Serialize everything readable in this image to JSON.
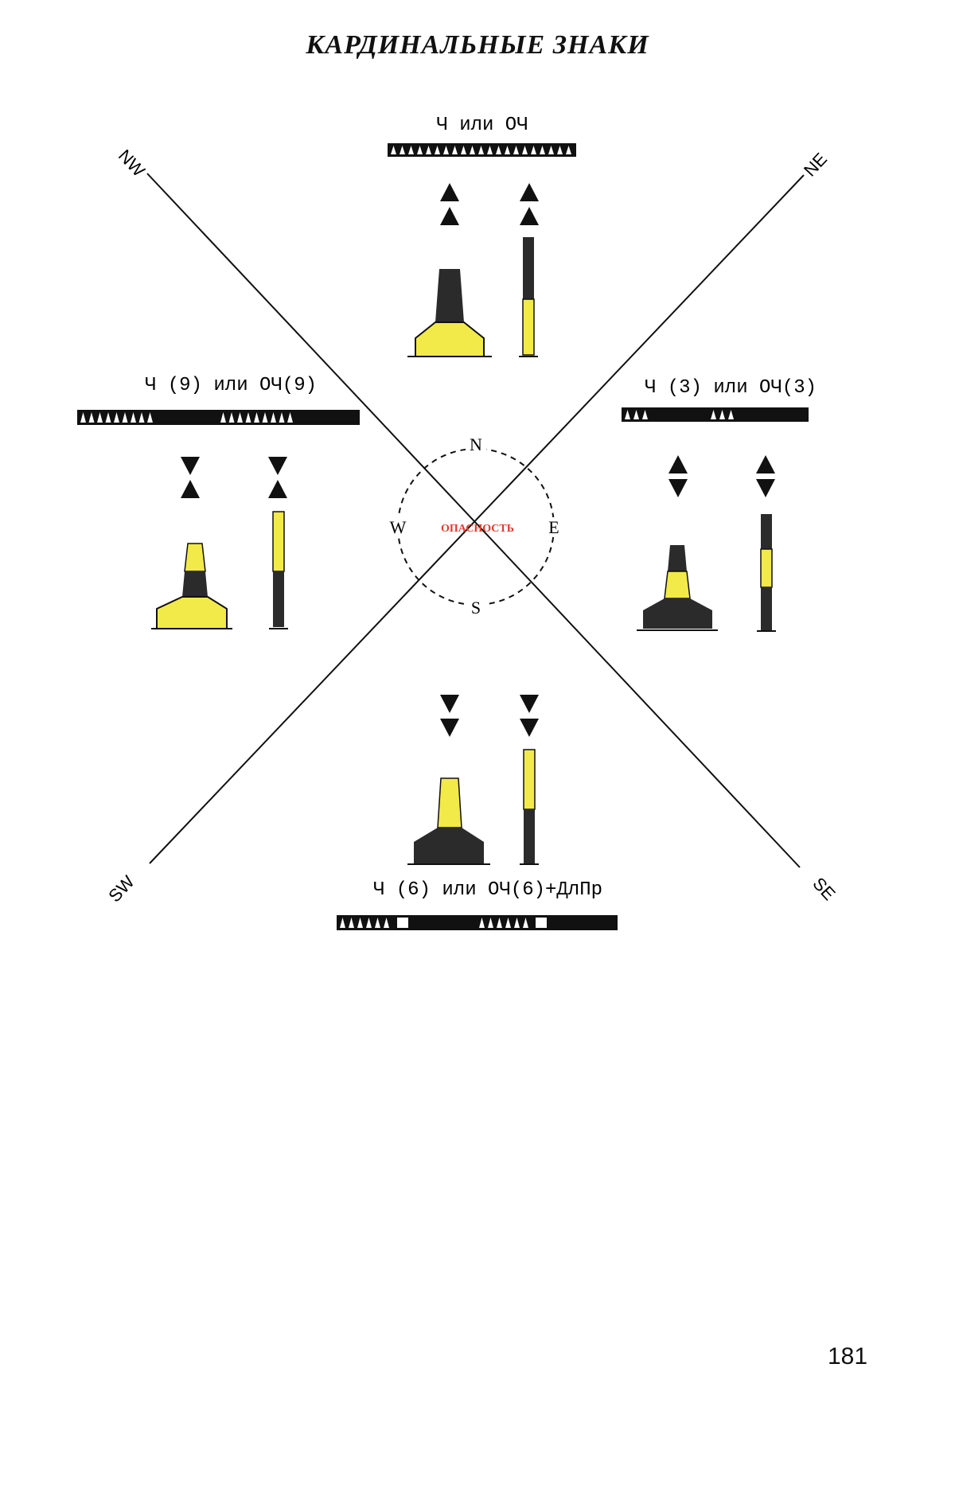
{
  "page": {
    "title": "КАРДИНАЛЬНЫЕ ЗНАКИ",
    "page_number": "181"
  },
  "compass": {
    "directions": {
      "nw": "NW",
      "ne": "NE",
      "sw": "SW",
      "se": "SE"
    },
    "points": {
      "n": "N",
      "e": "E",
      "s": "S",
      "w": "W"
    },
    "center_label": "ОПАСНОСТЬ"
  },
  "marks": {
    "north": {
      "light_label": "Ч или ОЧ",
      "topmark": "two cones pointing up"
    },
    "east": {
      "light_label": "Ч (3) или ОЧ(3)",
      "topmark": "two cones base to base"
    },
    "south": {
      "light_label": "Ч (6) или ОЧ(6)+ДлПр",
      "topmark": "two cones pointing down"
    },
    "west": {
      "light_label": "Ч (9) или ОЧ(9)",
      "topmark": "two cones point to point"
    }
  },
  "colors": {
    "black": "#2b2b2b",
    "yellow": "#f2ea48",
    "danger_red": "#e03a2a",
    "line": "#111111"
  }
}
